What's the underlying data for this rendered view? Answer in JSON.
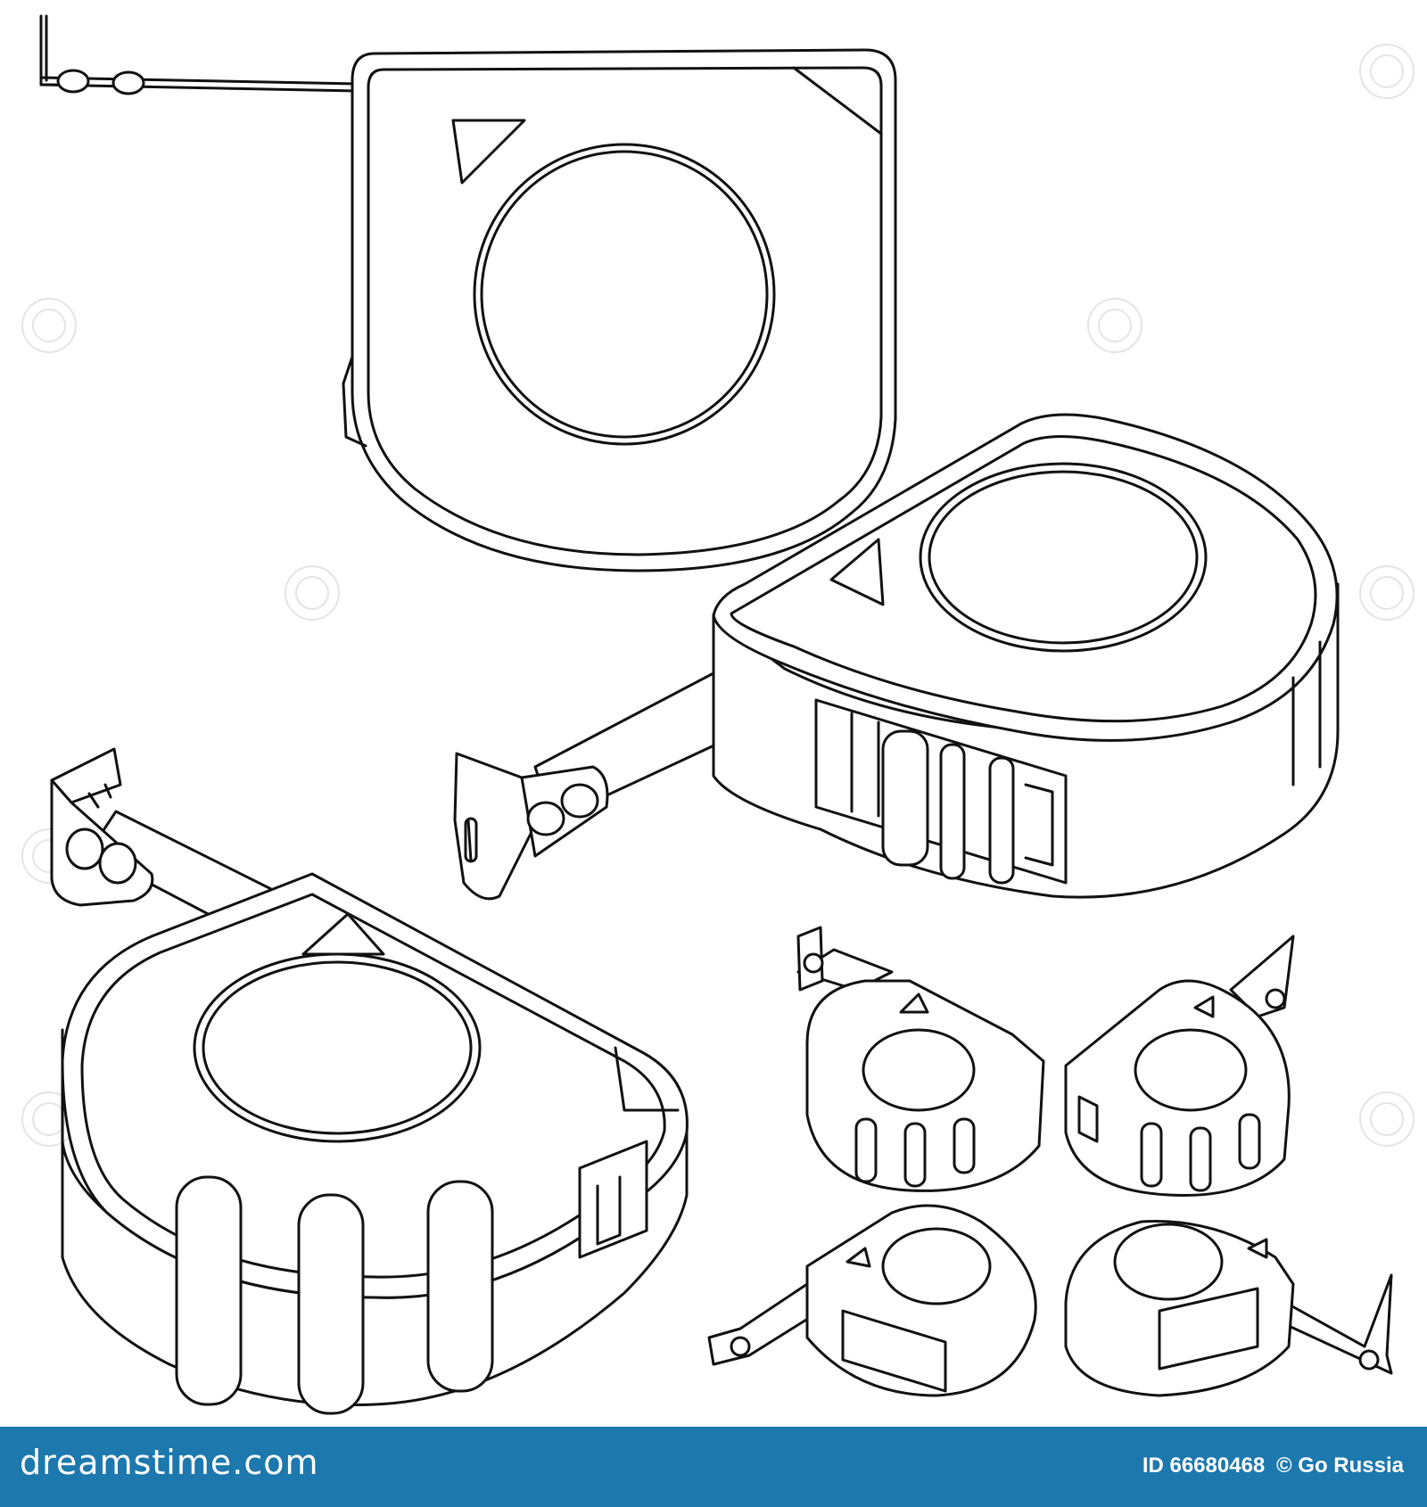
{
  "footer": {
    "logo": "dreamstime.com",
    "image_id": "ID 66680468",
    "copyright": "© Go Russia"
  },
  "colors": {
    "footer_bg": "#1c78ad",
    "footer_text": "#ffffff",
    "line": "#111111"
  },
  "illustration": {
    "subject": "tape-measure line drawings",
    "views": [
      "side-view",
      "three-quarter-right",
      "three-quarter-left",
      "mini-top-left",
      "mini-top-right",
      "mini-bottom-left",
      "mini-bottom-right"
    ]
  }
}
